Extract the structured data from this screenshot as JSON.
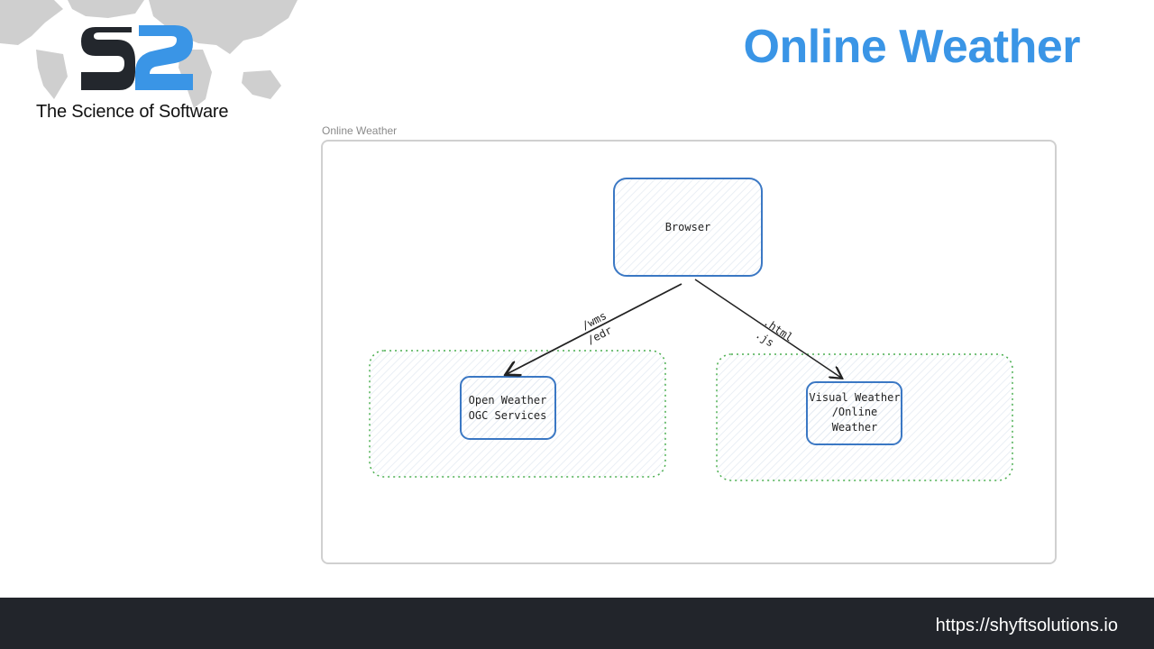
{
  "brand": {
    "tagline": "The Science of Software",
    "logo_text": "S2"
  },
  "header": {
    "title": "Online Weather"
  },
  "diagram": {
    "frame_label": "Online Weather",
    "nodes": {
      "browser": "Browser",
      "ogc": [
        "Open Weather",
        "OGC Services"
      ],
      "visual": [
        "Visual Weather",
        "/Online",
        "Weather"
      ]
    },
    "edges": {
      "left": [
        "/wms",
        "/edr"
      ],
      "right": [
        ".html",
        ".js"
      ]
    }
  },
  "footer": {
    "url": "https://shyftsolutions.io"
  },
  "colors": {
    "accent": "#3a95e6",
    "footer_bg": "#22252b",
    "node_border": "#3b78c4",
    "group_border": "#4caf50"
  }
}
